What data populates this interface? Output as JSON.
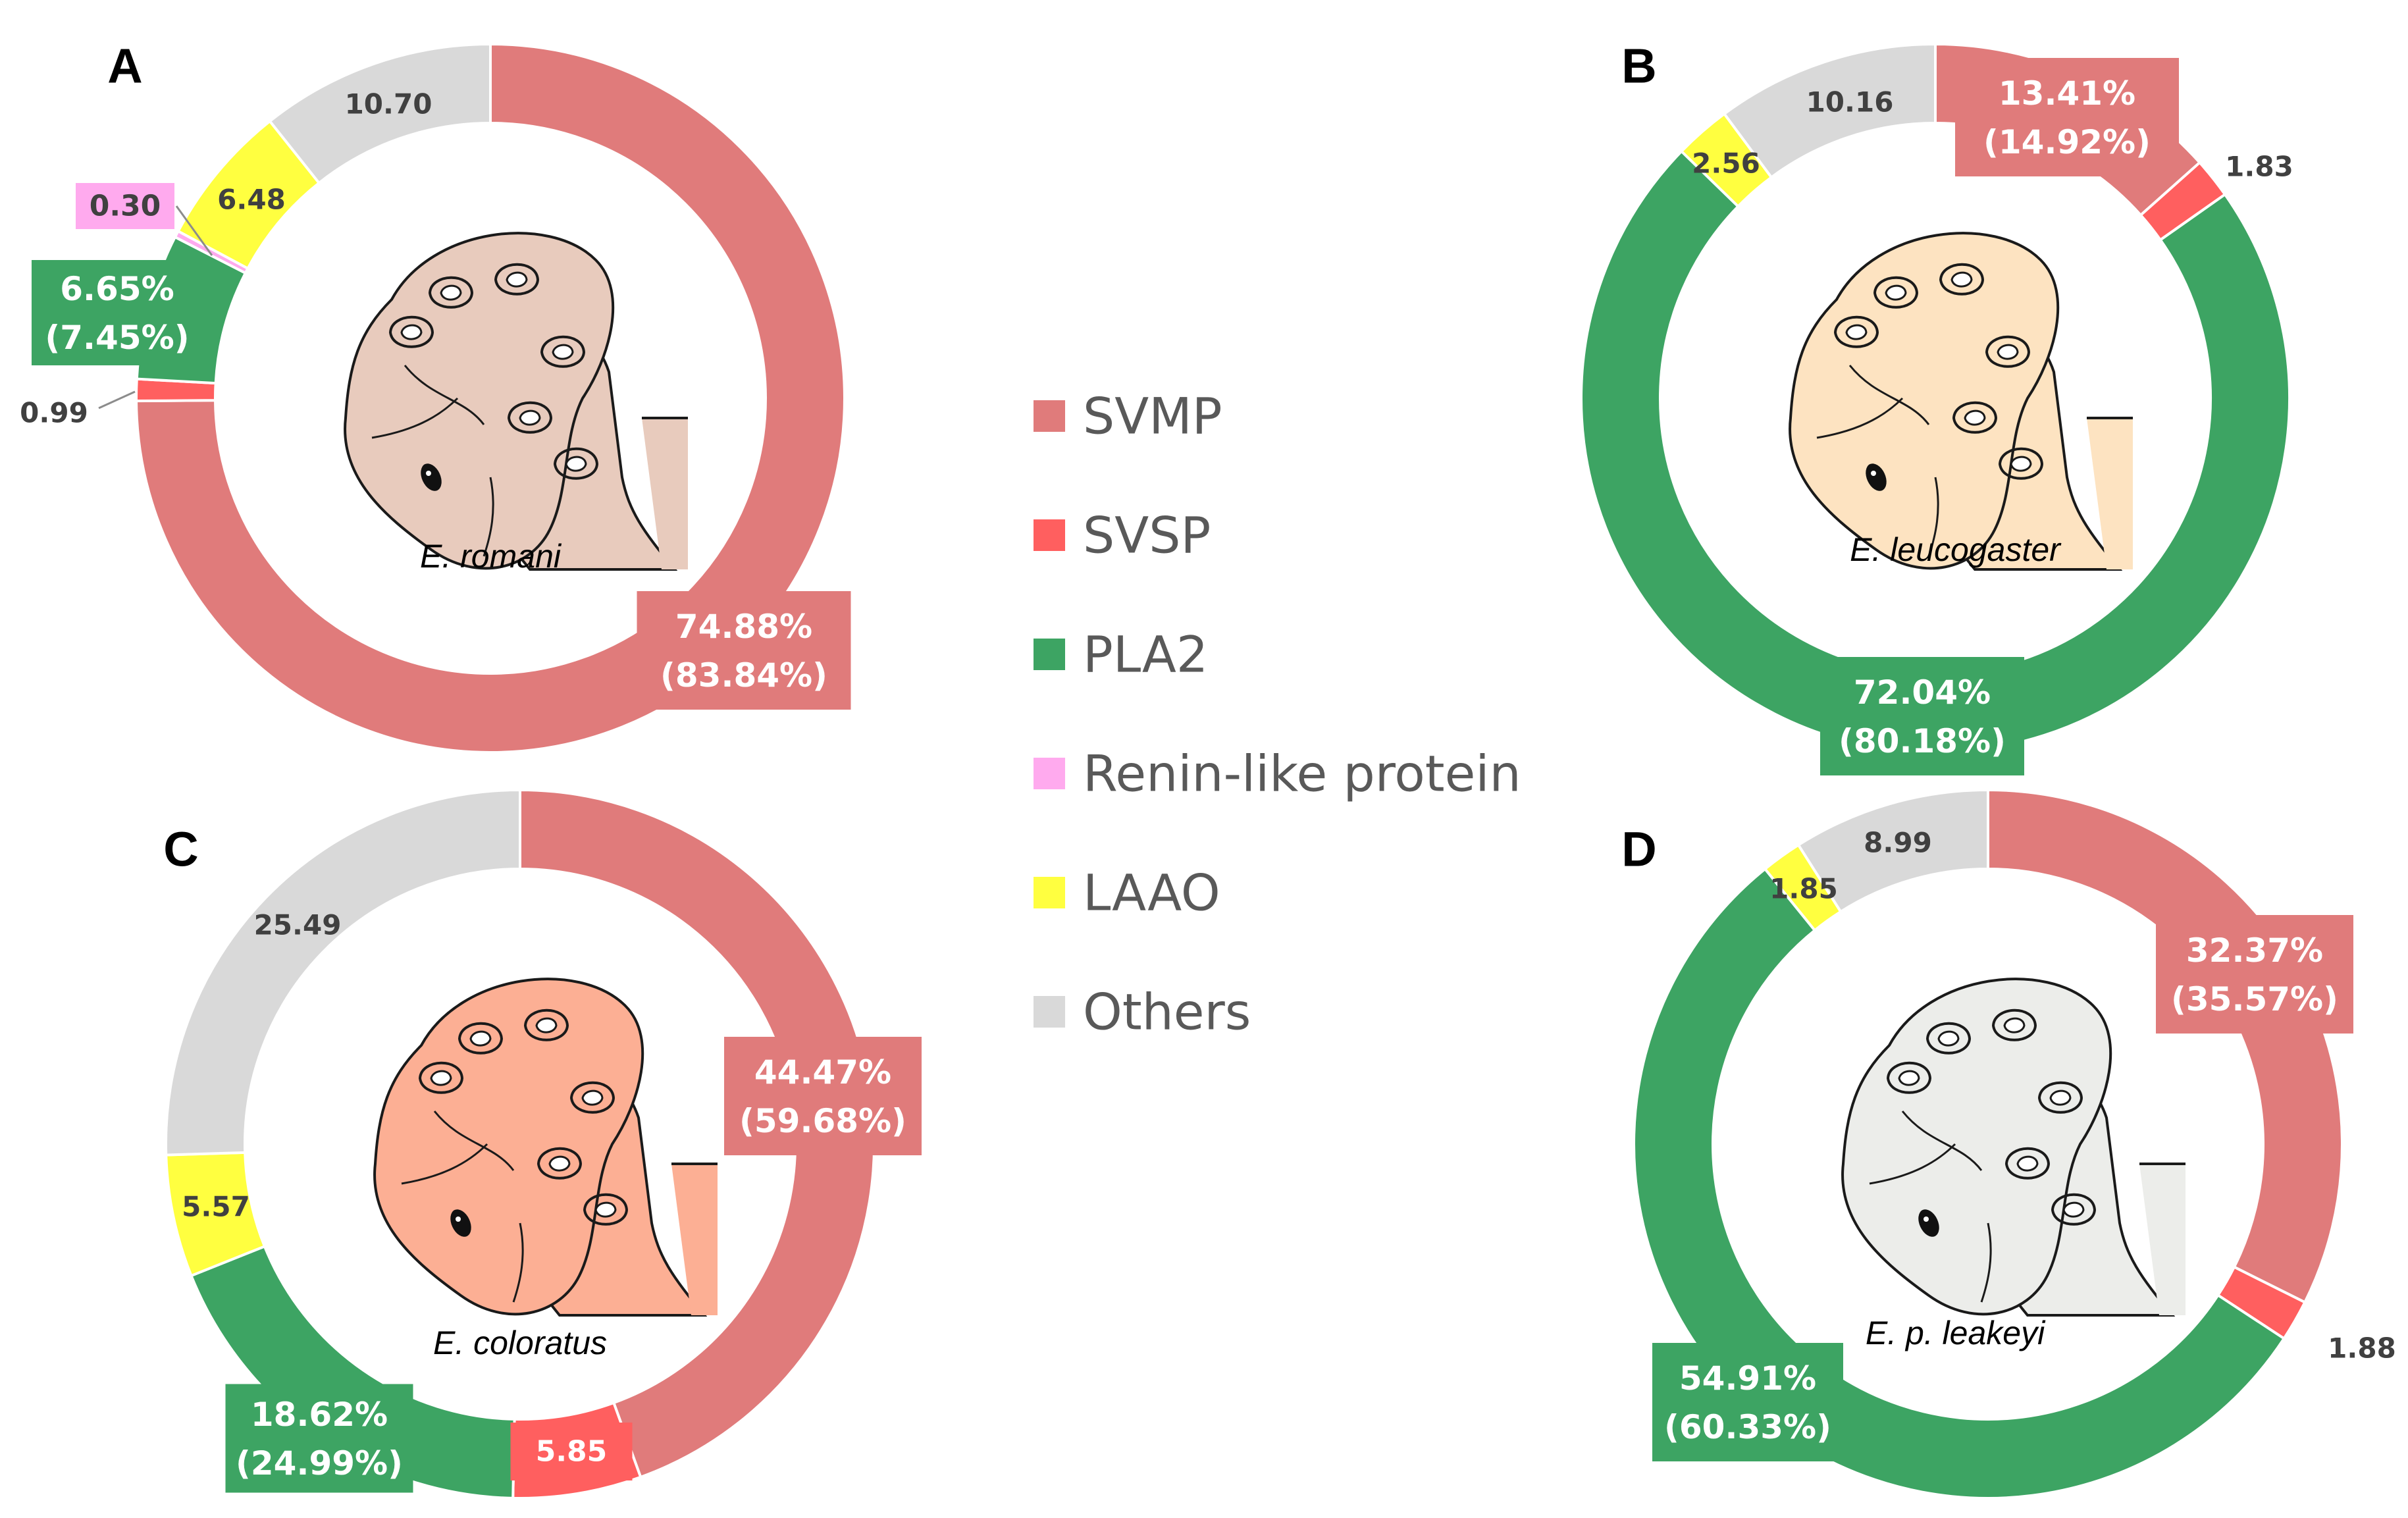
{
  "legend": [
    {
      "name": "SVMP",
      "color": "#e07b7b"
    },
    {
      "name": "SVSP",
      "color": "#ff5f5f"
    },
    {
      "name": "PLA2",
      "color": "#3da463"
    },
    {
      "name": "Renin-like protein",
      "color": "#ffaaee"
    },
    {
      "name": "LAAO",
      "color": "#ffff40"
    },
    {
      "name": "Others",
      "color": "#d9d9d9"
    }
  ],
  "chart_data": [
    {
      "type": "pie",
      "panel": "A",
      "species": "E. romani",
      "head_color": "#e8cbbd",
      "slices": [
        {
          "category": "SVMP",
          "value": 74.88,
          "label": "74.88%",
          "label2": "(83.84%)"
        },
        {
          "category": "SVSP",
          "value": 0.99,
          "label": "0.99"
        },
        {
          "category": "PLA2",
          "value": 6.65,
          "label": "6.65%",
          "label2": "(7.45%)"
        },
        {
          "category": "Renin-like protein",
          "value": 0.3,
          "label": "0.30"
        },
        {
          "category": "LAAO",
          "value": 6.48,
          "label": "6.48"
        },
        {
          "category": "Others",
          "value": 10.7,
          "label": "10.70"
        }
      ]
    },
    {
      "type": "pie",
      "panel": "B",
      "species": "E. leucogaster",
      "head_color": "#fde3c1",
      "slices": [
        {
          "category": "SVMP",
          "value": 13.41,
          "label": "13.41%",
          "label2": "(14.92%)"
        },
        {
          "category": "SVSP",
          "value": 1.83,
          "label": "1.83"
        },
        {
          "category": "PLA2",
          "value": 72.04,
          "label": "72.04%",
          "label2": "(80.18%)"
        },
        {
          "category": "LAAO",
          "value": 2.56,
          "label": "2.56"
        },
        {
          "category": "Others",
          "value": 10.16,
          "label": "10.16"
        }
      ]
    },
    {
      "type": "pie",
      "panel": "C",
      "species": "E. coloratus",
      "head_color": "#fcaf94",
      "slices": [
        {
          "category": "SVMP",
          "value": 44.47,
          "label": "44.47%",
          "label2": "(59.68%)"
        },
        {
          "category": "SVSP",
          "value": 5.85,
          "label": "5.85"
        },
        {
          "category": "PLA2",
          "value": 18.62,
          "label": "18.62%",
          "label2": "(24.99%)"
        },
        {
          "category": "LAAO",
          "value": 5.57,
          "label": "5.57"
        },
        {
          "category": "Others",
          "value": 25.49,
          "label": "25.49"
        }
      ]
    },
    {
      "type": "pie",
      "panel": "D",
      "species": "E. p. leakeyi",
      "head_color": "#ecedea",
      "slices": [
        {
          "category": "SVMP",
          "value": 32.37,
          "label": "32.37%",
          "label2": "(35.57%)"
        },
        {
          "category": "SVSP",
          "value": 1.88,
          "label": "1.88"
        },
        {
          "category": "PLA2",
          "value": 54.91,
          "label": "54.91%",
          "label2": "(60.33%)"
        },
        {
          "category": "LAAO",
          "value": 1.85,
          "label": "1.85"
        },
        {
          "category": "Others",
          "value": 8.99,
          "label": "8.99"
        }
      ]
    }
  ]
}
